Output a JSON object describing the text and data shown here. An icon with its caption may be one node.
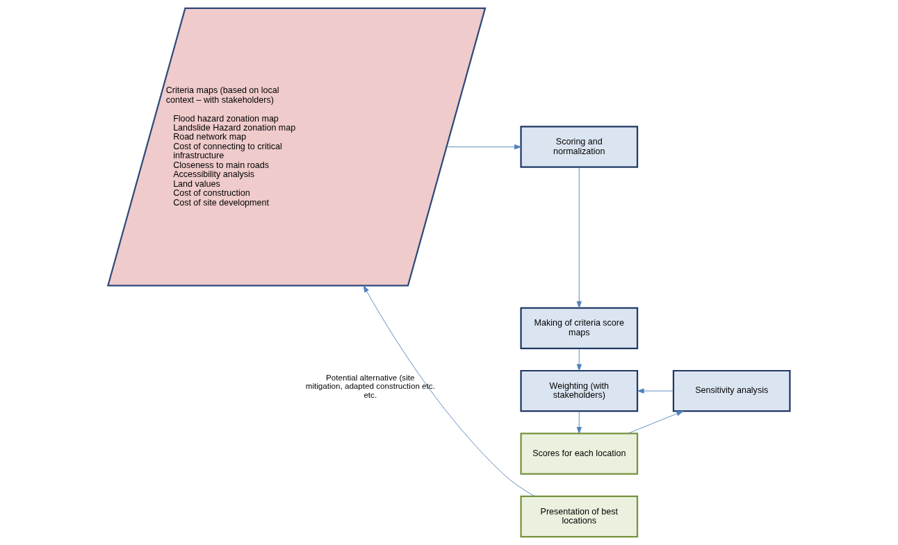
{
  "diagram": {
    "nodes": [
      {
        "text": [
          "Criteria maps (based on local context – with stakeholders)",
          "Flood hazard zonation map",
          "Landslide Hazard zonation map",
          "Road network map",
          "Cost of connecting to critical infrastructure",
          "Closeness to main roads",
          "Accessibility analysis",
          "Land values",
          "Cost of construction",
          "Cost of site development"
        ]
      },
      {
        "text": [
          "Scoring and normalization"
        ]
      },
      {
        "text": [
          "Making of criteria score maps"
        ]
      },
      {
        "text": [
          "Weighting (with stakeholders)"
        ]
      },
      {
        "text": [
          "Sensitivity analysis"
        ]
      },
      {
        "text": [
          "Scores for each location"
        ]
      },
      {
        "text": [
          "Presentation of best locations"
        ]
      }
    ],
    "edges": [
      {
        "from": 0,
        "to": 1,
        "arrow": "to"
      },
      {
        "from": 1,
        "to": 2,
        "arrow": "to"
      },
      {
        "from": 2,
        "to": 3,
        "arrow": "to"
      },
      {
        "from": 3,
        "to": 5,
        "arrow": "to"
      },
      {
        "from": 5,
        "to": 4,
        "arrow": "to"
      },
      {
        "from": 4,
        "to": 3,
        "arrow": "to"
      },
      {
        "from": 6,
        "to": 0,
        "arrow": "to",
        "label": "Potential alternative (site mitigation, adapted construction etc. etc."
      }
    ]
  }
}
